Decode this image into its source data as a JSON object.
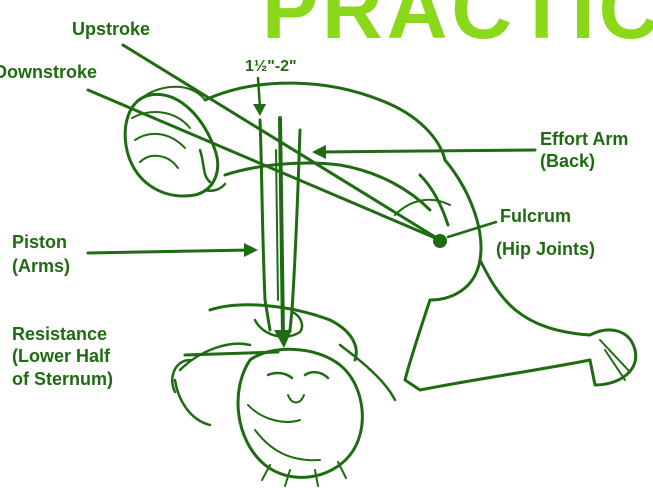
{
  "banner": {
    "text": "PRACTICE",
    "color": "#8bd81a"
  },
  "ink_color": "#1f6b12",
  "labels": {
    "upstroke": "Upstroke",
    "downstroke": "Downstroke",
    "depth": "1½\"-2\"",
    "effort_arm_line1": "Effort Arm",
    "effort_arm_line2": "(Back)",
    "fulcrum_line1": "Fulcrum",
    "fulcrum_line2": "(Hip Joints)",
    "piston_line1": "Piston",
    "piston_line2": "(Arms)",
    "resistance_line1": "Resistance",
    "resistance_line2": "(Lower Half",
    "resistance_line3": "of Sternum)"
  }
}
